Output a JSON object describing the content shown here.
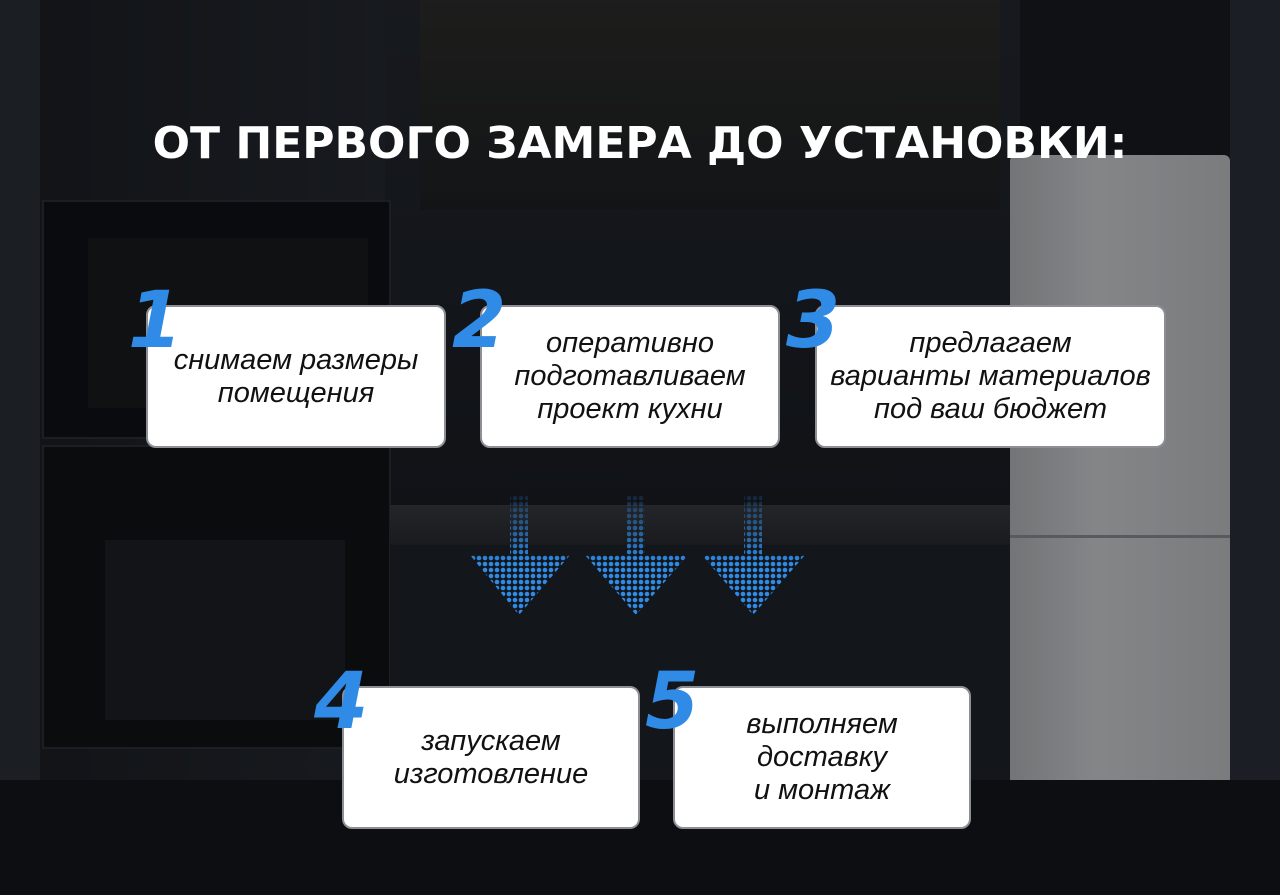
{
  "title": "ОТ ПЕРВОГО ЗАМЕРА ДО УСТАНОВКИ:",
  "accent_color": "#2f8be6",
  "steps": [
    {
      "number": "1",
      "text": "снимаем размеры\nпомещения"
    },
    {
      "number": "2",
      "text": "оперативно\nподготавливаем\nпроект кухни"
    },
    {
      "number": "3",
      "text": "предлагаем\nварианты материалов\nпод ваш бюджет"
    },
    {
      "number": "4",
      "text": "запускаем\nизготовление"
    },
    {
      "number": "5",
      "text": "выполняем\nдоставку\nи монтаж"
    }
  ],
  "icons": [
    "down-arrow-icon",
    "down-arrow-icon",
    "down-arrow-icon"
  ]
}
